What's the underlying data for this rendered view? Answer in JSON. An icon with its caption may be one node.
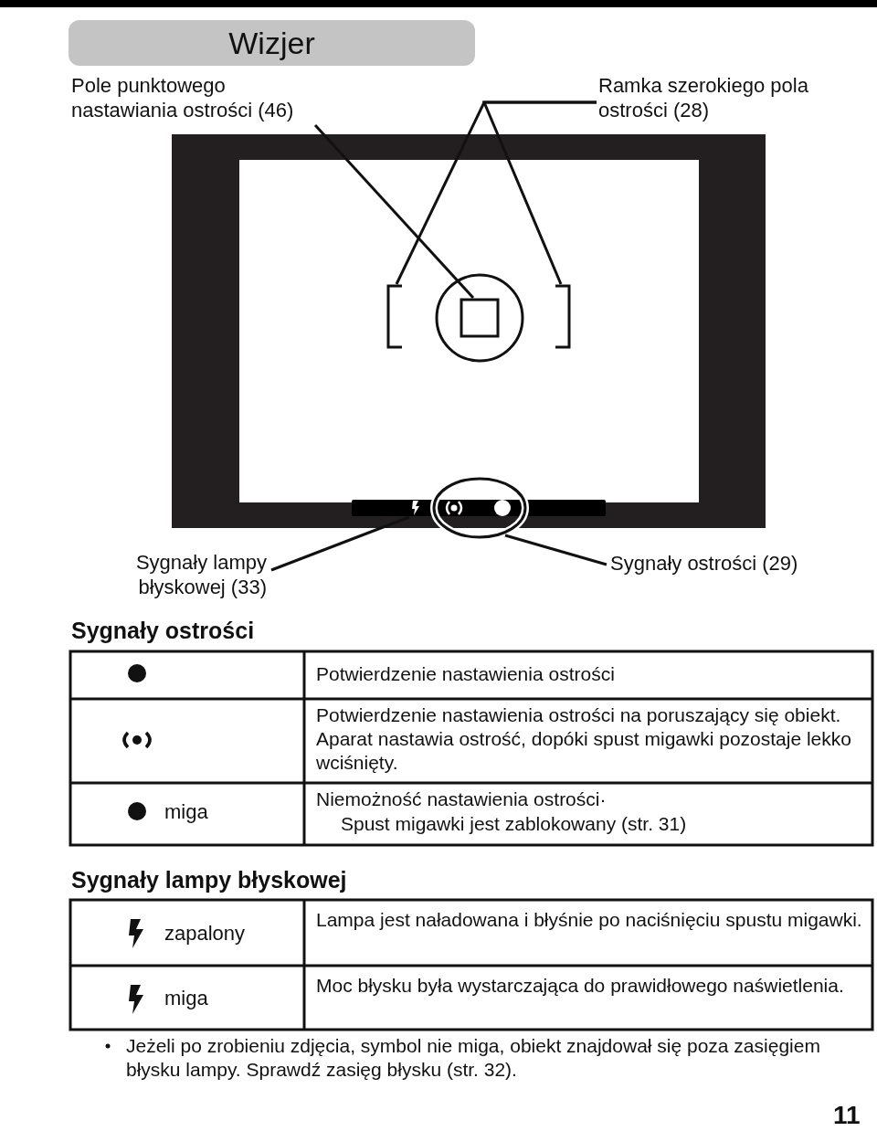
{
  "diagram": {
    "title": "Wizjer",
    "nodes": [
      {
        "text": [
          "Pole punktowego nastawiania ostrości (46)"
        ]
      },
      {
        "text": [],
        "shape": "box"
      },
      {
        "text": [
          "Ramka szerokiego pola ostrości (28)"
        ]
      },
      {
        "text": [],
        "shape": "bracket"
      },
      {
        "text": [],
        "shape": "bracket"
      },
      {
        "text": [
          "Sygnały lampy błyskowej (33)"
        ]
      },
      {
        "text": [],
        "shape": "lightning"
      },
      {
        "text": [
          "Sygnały ostrości (29)"
        ]
      },
      {
        "text": [],
        "shape": "ellipse"
      }
    ],
    "edges": [
      {
        "from": 0,
        "to": 1,
        "arrow": "none"
      },
      {
        "from": 2,
        "to": 3,
        "arrow": "none"
      },
      {
        "from": 2,
        "to": 4,
        "arrow": "none"
      },
      {
        "from": 5,
        "to": 6,
        "arrow": "none"
      },
      {
        "from": 7,
        "to": 8,
        "arrow": "none"
      }
    ],
    "labels": [
      "Sygnały ostrości",
      "Potwierdzenie nastawienia ostrości",
      "Potwierdzenie nastawienia ostrości na poruszający się obiekt. Aparat nastawia ostrość, dopóki spust migawki pozostaje lekko wciśnięty.",
      "miga",
      "Niemożność nastawienia ostrości·",
      "Spust migawki jest zablokowany (str. 31)",
      "Sygnały lampy błyskowej",
      "zapalony",
      "Lampa jest naładowana i błyśnie po naciśnięciu spustu migawki.",
      "miga",
      "Moc błysku była wystarczająca do prawidłowego naświetlenia.",
      "Jeżeli po zrobieniu zdjęcia, symbol nie miga, obiekt znajdował się poza zasięgiem błysku lampy. Sprawdź zasięg błysku (str. 32).",
      "11"
    ]
  }
}
